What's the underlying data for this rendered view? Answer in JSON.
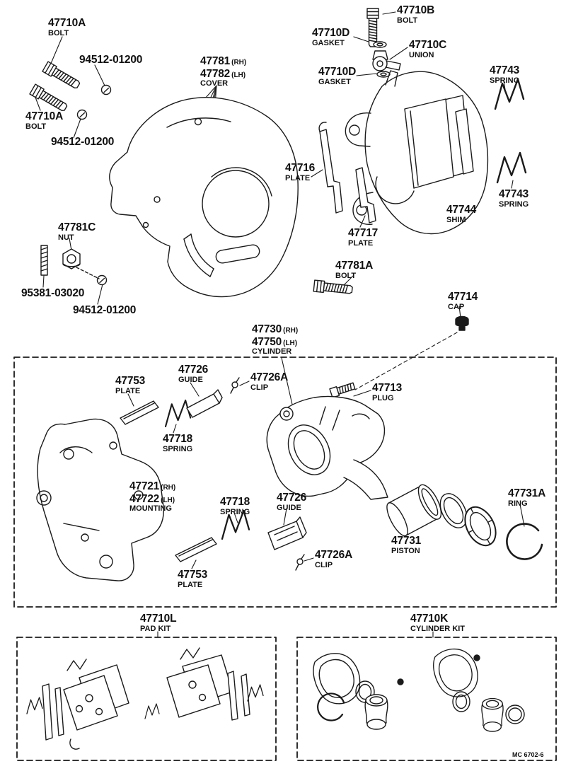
{
  "colors": {
    "ink": "#1a1a1a",
    "background": "#ffffff"
  },
  "footer": {
    "code": "MC 6702-6"
  },
  "labels": [
    {
      "part": "47710A",
      "sub": "BOLT"
    },
    {
      "part": "94512-01200",
      "sub": ""
    },
    {
      "part": "47710A",
      "sub": "BOLT"
    },
    {
      "part": "94512-01200",
      "sub": ""
    },
    {
      "part": "47781",
      "part_note": "(RH)",
      "part2": "47782",
      "part2_note": "(LH)",
      "sub": "COVER"
    },
    {
      "part": "47781C",
      "sub": "NUT"
    },
    {
      "part": "95381-03020",
      "sub": ""
    },
    {
      "part": "94512-01200",
      "sub": ""
    },
    {
      "part": "47710B",
      "sub": "BOLT"
    },
    {
      "part": "47710D",
      "sub": "GASKET"
    },
    {
      "part": "47710C",
      "sub": "UNION"
    },
    {
      "part": "47710D",
      "sub": "GASKET"
    },
    {
      "part": "47743",
      "sub": "SPRING"
    },
    {
      "part": "47716",
      "sub": "PLATE"
    },
    {
      "part": "47743",
      "sub": "SPRING"
    },
    {
      "part": "47744",
      "sub": "SHIM"
    },
    {
      "part": "47717",
      "sub": "PLATE"
    },
    {
      "part": "47781A",
      "sub": "BOLT"
    },
    {
      "part": "47714",
      "sub": "CAP"
    },
    {
      "part": "47730",
      "part_note": "(RH)",
      "part2": "47750",
      "part2_note": "(LH)",
      "sub": "CYLINDER"
    },
    {
      "part": "47726",
      "sub": "GUIDE"
    },
    {
      "part": "47726A",
      "sub": "CLIP"
    },
    {
      "part": "47753",
      "sub": "PLATE"
    },
    {
      "part": "47713",
      "sub": "PLUG"
    },
    {
      "part": "47718",
      "sub": "SPRING"
    },
    {
      "part": "47721",
      "part_note": "(RH)",
      "part2": "47722",
      "part2_note": "(LH)",
      "sub": "MOUNTING"
    },
    {
      "part": "47718",
      "sub": "SPRING"
    },
    {
      "part": "47726",
      "sub": "GUIDE"
    },
    {
      "part": "47731A",
      "sub": "RING"
    },
    {
      "part": "47731",
      "sub": "PISTON"
    },
    {
      "part": "47726A",
      "sub": "CLIP"
    },
    {
      "part": "47753",
      "sub": "PLATE"
    },
    {
      "part": "47710L",
      "sub": "PAD KIT"
    },
    {
      "part": "47710K",
      "sub": "CYLINDER KIT"
    }
  ]
}
